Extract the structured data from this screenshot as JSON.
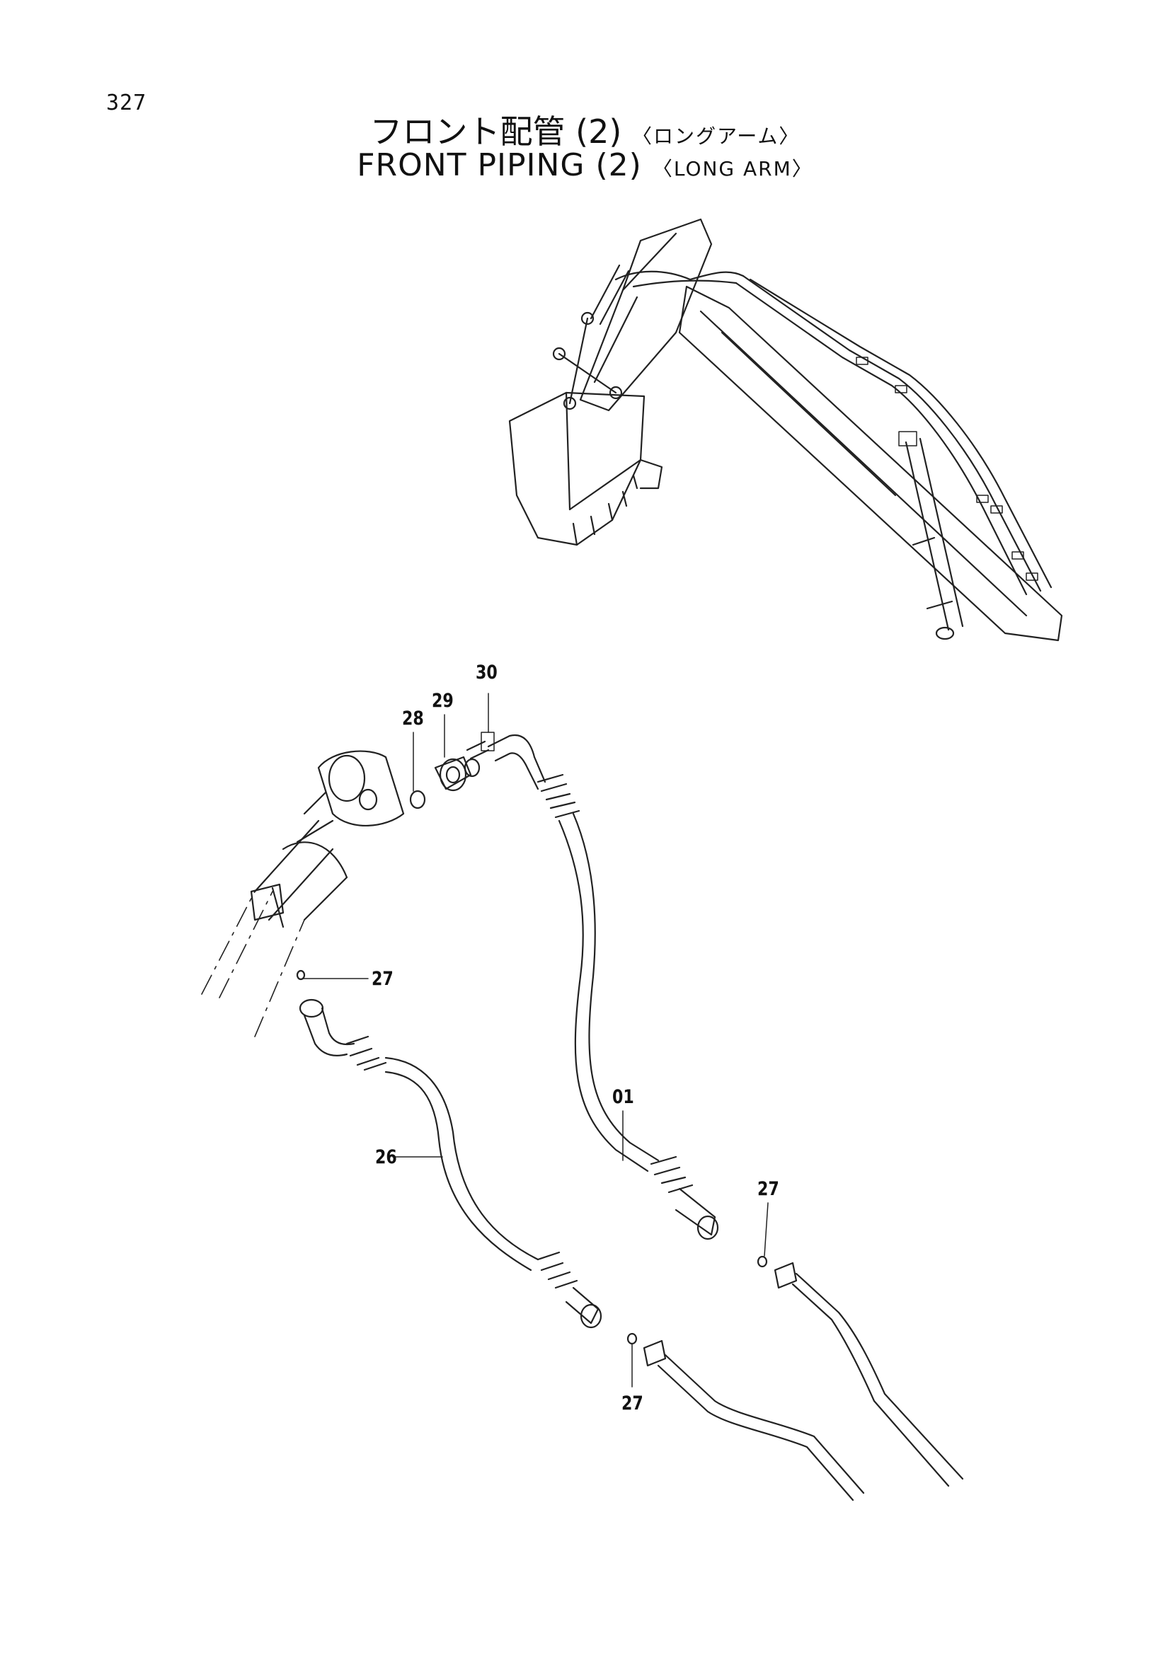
{
  "page_number": "327",
  "title": {
    "japanese_main": "フロント配管 (2)",
    "japanese_sub": "〈ロングアーム〉",
    "english_main": "FRONT PIPING (2)",
    "english_sub": "〈LONG ARM〉"
  },
  "callouts": [
    {
      "id": "c30",
      "text": "30"
    },
    {
      "id": "c29",
      "text": "29"
    },
    {
      "id": "c28",
      "text": "28"
    },
    {
      "id": "c27a",
      "text": "27"
    },
    {
      "id": "c01",
      "text": "01"
    },
    {
      "id": "c26",
      "text": "26"
    },
    {
      "id": "c27b",
      "text": "27"
    },
    {
      "id": "c27c",
      "text": "27"
    }
  ]
}
